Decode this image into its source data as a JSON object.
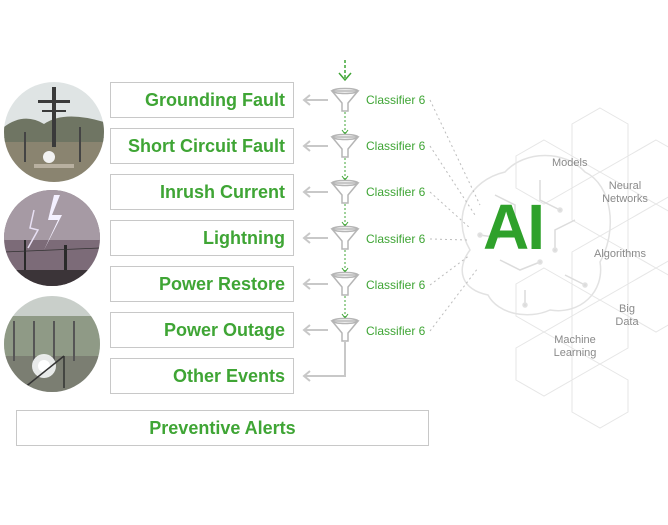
{
  "events": [
    {
      "label": "Grounding Fault"
    },
    {
      "label": "Short Circuit Fault"
    },
    {
      "label": "Inrush Current"
    },
    {
      "label": "Lightning"
    },
    {
      "label": "Power Restore"
    },
    {
      "label": "Power Outage"
    },
    {
      "label": "Other Events"
    }
  ],
  "classifiers": [
    {
      "label": "Classifier 6"
    },
    {
      "label": "Classifier 6"
    },
    {
      "label": "Classifier 6"
    },
    {
      "label": "Classifier 6"
    },
    {
      "label": "Classifier 6"
    },
    {
      "label": "Classifier 6"
    }
  ],
  "alerts": {
    "label": "Preventive Alerts"
  },
  "ai": {
    "label": "AI",
    "topics": {
      "models": "Models",
      "neural_networks": "Neural Networks",
      "algorithms": "Algorithms",
      "big_data": "Big Data",
      "machine_learning": "Machine Learning"
    }
  },
  "colors": {
    "accent": "#3fa535",
    "border": "#c8c8c8",
    "arrow": "#c8c8c8",
    "topic_text": "#8a8a8a"
  },
  "icons": [
    "funnel-icon",
    "arrow-left-icon",
    "arrow-down-icon"
  ]
}
